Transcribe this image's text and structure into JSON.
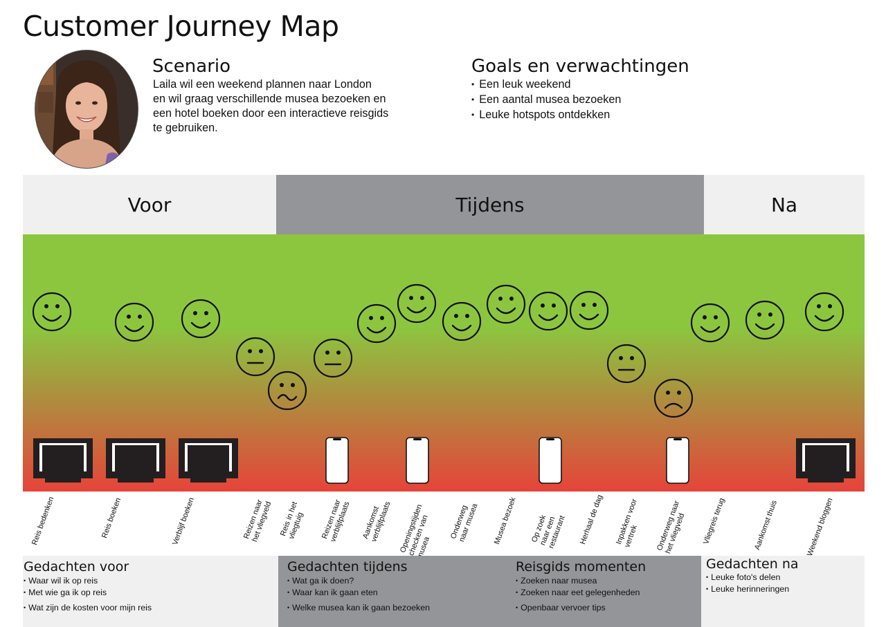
{
  "title": "Customer Journey Map",
  "persona": {
    "avatar_icon": "person-photo"
  },
  "scenario": {
    "heading": "Scenario",
    "lines": [
      "Laila wil een weekend plannen naar London",
      "en wil graag verschillende musea bezoeken en",
      "een hotel boeken door een interactieve reisgids",
      "te gebruiken."
    ]
  },
  "goals": {
    "heading": "Goals en verwachtingen",
    "items": [
      "Een leuk weekend",
      "Een aantal musea bezoeken",
      "Leuke hotspots ontdekken"
    ]
  },
  "phases": [
    "Voor",
    "Tijdens",
    "Na"
  ],
  "colors": {
    "phase_light": "#f0f0f0",
    "phase_dark": "#939598",
    "emotion_top": "#8cc63f",
    "emotion_bottom": "#e6443a"
  },
  "steps": [
    {
      "label": "Reis bedenken",
      "emotion": "happy",
      "device": "monitor-icon"
    },
    {
      "label": "Reis boeken",
      "emotion": "happy",
      "device": "monitor-icon"
    },
    {
      "label": "Verblijf boeken",
      "emotion": "happy",
      "device": "monitor-icon"
    },
    {
      "label": "Reizen naar\nhet vliegveld",
      "emotion": "neutral",
      "device": ""
    },
    {
      "label": "Reis in het\nvliegtuig",
      "emotion": "wavy",
      "device": ""
    },
    {
      "label": "Reizen naar\nverblijfplaats",
      "emotion": "neutral",
      "device": "phone-icon"
    },
    {
      "label": "Aankomst\nverblijfplaats",
      "emotion": "happy",
      "device": ""
    },
    {
      "label": "Openingstijden\nchecken van\nmusea",
      "emotion": "happy",
      "device": "phone-icon"
    },
    {
      "label": "Onderweg\nnaar musea",
      "emotion": "happy",
      "device": ""
    },
    {
      "label": "Musea bezoek",
      "emotion": "happy",
      "device": ""
    },
    {
      "label": "Op zoek\nnaar een\nrestaurant",
      "emotion": "happy",
      "device": "phone-icon"
    },
    {
      "label": "Herhaal de dag",
      "emotion": "happy",
      "device": ""
    },
    {
      "label": "Inpakken voor\nvertrek",
      "emotion": "neutral",
      "device": ""
    },
    {
      "label": "Onderweg naar\nhet vliegveld",
      "emotion": "sad",
      "device": "phone-icon"
    },
    {
      "label": "Vliegreis terug",
      "emotion": "happy",
      "device": ""
    },
    {
      "label": "Aankomst thuis",
      "emotion": "happy",
      "device": ""
    },
    {
      "label": "Weekend bloggen",
      "emotion": "happy",
      "device": "monitor-icon"
    }
  ],
  "thoughts": [
    {
      "heading": "Gedachten voor",
      "items": [
        "Waar wil ik op reis",
        "Met wie ga ik op reis",
        "Wat zijn de kosten voor mijn reis"
      ]
    },
    {
      "heading": "Gedachten tijdens",
      "items": [
        "Wat ga ik doen?",
        "Waar kan ik gaan eten",
        "Welke musea kan ik gaan bezoeken"
      ]
    },
    {
      "heading": "Reisgids momenten",
      "items": [
        "Zoeken naar musea",
        "Zoeken naar eet gelegenheden",
        "Openbaar vervoer tips"
      ]
    },
    {
      "heading": "Gedachten na",
      "items": [
        "Leuke foto's delen",
        "Leuke herinneringen"
      ]
    }
  ]
}
